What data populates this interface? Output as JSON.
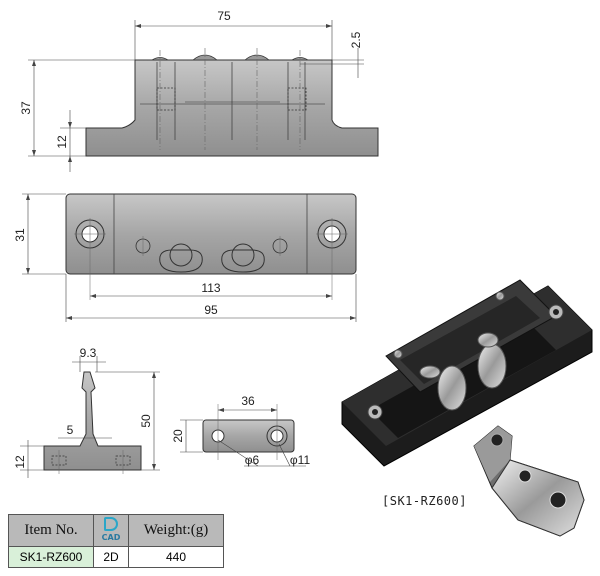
{
  "dimensions": {
    "front_width": "75",
    "front_step": "2.5",
    "front_height": "37",
    "front_base": "12",
    "top_depth": "31",
    "top_holes": "113",
    "top_length": "95",
    "side_tip": "9.3",
    "side_stem": "5",
    "side_height": "50",
    "side_base": "12",
    "catch_holes": "36",
    "catch_height": "20",
    "catch_hole_small": "φ6",
    "catch_hole_large": "φ11"
  },
  "caption": "[SK1-RZ600]",
  "table": {
    "headers": {
      "item_no": "Item No.",
      "cad": "CAD",
      "weight": "Weight:(g)"
    },
    "row": {
      "item_no": "SK1-RZ600",
      "cad": "2D",
      "weight": "440"
    }
  },
  "colors": {
    "part_fill": "#a8a8a8",
    "part_dark": "#8a8a8a",
    "photo_black": "#1c1c1c",
    "table_header": "#b9b9b9",
    "item_highlight": "#d9f0d9",
    "cad_accent": "#2aa6c8"
  }
}
